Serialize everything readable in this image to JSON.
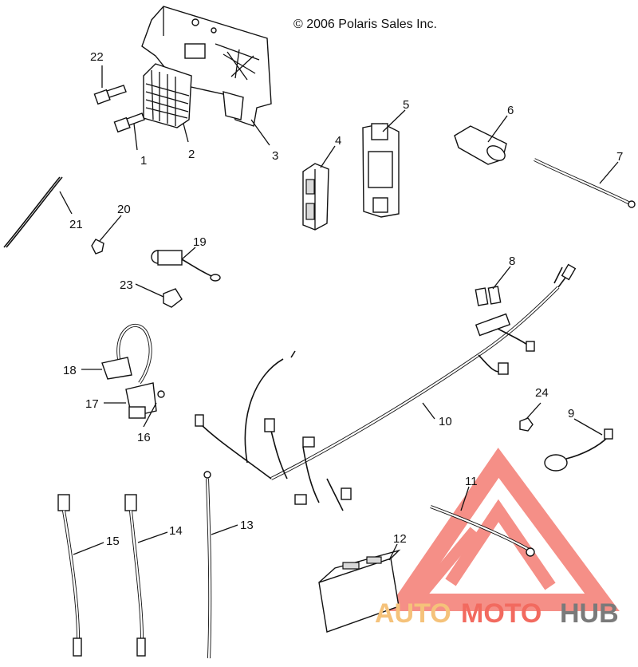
{
  "copyright": "© 2006 Polaris Sales Inc.",
  "callouts": [
    {
      "id": "1",
      "label": "1"
    },
    {
      "id": "2",
      "label": "2"
    },
    {
      "id": "3",
      "label": "3"
    },
    {
      "id": "4",
      "label": "4"
    },
    {
      "id": "5",
      "label": "5"
    },
    {
      "id": "6",
      "label": "6"
    },
    {
      "id": "7",
      "label": "7"
    },
    {
      "id": "8",
      "label": "8"
    },
    {
      "id": "9",
      "label": "9"
    },
    {
      "id": "10",
      "label": "10"
    },
    {
      "id": "11",
      "label": "11"
    },
    {
      "id": "12",
      "label": "12"
    },
    {
      "id": "13",
      "label": "13"
    },
    {
      "id": "14",
      "label": "14"
    },
    {
      "id": "15",
      "label": "15"
    },
    {
      "id": "16",
      "label": "16"
    },
    {
      "id": "17",
      "label": "17"
    },
    {
      "id": "18",
      "label": "18"
    },
    {
      "id": "19",
      "label": "19"
    },
    {
      "id": "20",
      "label": "20"
    },
    {
      "id": "21",
      "label": "21"
    },
    {
      "id": "22",
      "label": "22"
    },
    {
      "id": "23",
      "label": "23"
    },
    {
      "id": "24",
      "label": "24"
    }
  ],
  "watermark": {
    "part1": "AUTO",
    "part2": "MOTO",
    "part3": "HUB",
    "color_auto": "#f5c27a",
    "color_moto": "#f26a5f",
    "color_hub": "#7a7a7a",
    "triangle_color": "#f26a5f"
  }
}
